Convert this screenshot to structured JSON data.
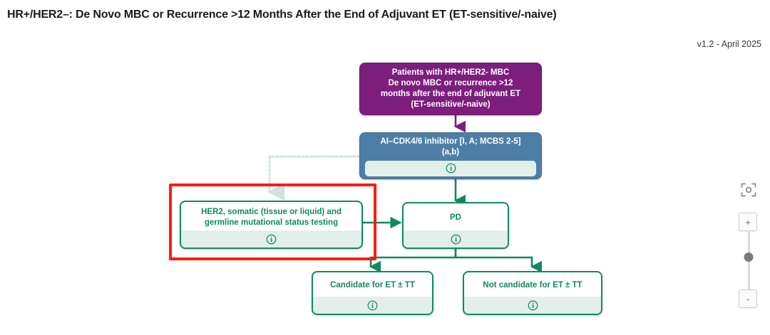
{
  "header": {
    "title": "HR+/HER2–: De Novo MBC or Recurrence >12 Months After the End of Adjuvant ET (ET-sensitive/-naive)",
    "version": "v1.2 - April 2025"
  },
  "colors": {
    "purple": "#7d1e7d",
    "blue": "#4d7fa6",
    "green": "#0f8a5f",
    "info_strip": "#e3efe9",
    "selection_red": "#ff1a10",
    "dotted_connector": "#cfe3e0"
  },
  "nodes": {
    "patients": {
      "lines": [
        "Patients with HR+/HER2- MBC",
        "De novo MBC or recurrence >12",
        "months after the end of adjuvant ET",
        "(ET-sensitive/-naive)"
      ],
      "type": "start",
      "color": "purple",
      "has_info": false
    },
    "treatment": {
      "lines": [
        "AI–CDK4/6 inhibitor [I, A; MCBS 2-5]",
        "(a,b)"
      ],
      "type": "treatment",
      "color": "blue",
      "has_info": true,
      "info_icon": "info-circle-icon"
    },
    "testing": {
      "lines": [
        "HER2, somatic (tissue or liquid) and",
        "germline mutational status testing"
      ],
      "type": "testing",
      "color": "green",
      "has_info": true,
      "info_icon": "info-circle-icon",
      "selected": true
    },
    "pd": {
      "lines": [
        "PD"
      ],
      "type": "outcome",
      "color": "green",
      "has_info": true,
      "info_icon": "info-circle-icon"
    },
    "candidate": {
      "lines": [
        "Candidate for ET ± TT"
      ],
      "type": "decision",
      "color": "green",
      "has_info": true,
      "info_icon": "info-circle-icon"
    },
    "not_candidate": {
      "lines": [
        "Not candidate for ET ± TT"
      ],
      "type": "decision",
      "color": "green",
      "has_info": true,
      "info_icon": "info-circle-icon"
    }
  },
  "info_symbol": "i",
  "zoom_controls": {
    "fit_icon": "fit-to-screen-icon",
    "zoom_in_label": "+",
    "zoom_out_label": "-",
    "slider_icon": "zoom-slider-handle"
  }
}
